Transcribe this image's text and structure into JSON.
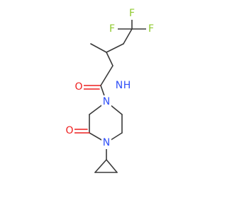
{
  "molecule": {
    "atoms": {
      "n_amide": {
        "text": "N",
        "sub": "H",
        "element": "N"
      },
      "o_carbamoyl": {
        "text": "O",
        "element": "O"
      },
      "n_ring_1": {
        "text": "N",
        "element": "N"
      },
      "n_ring_4": {
        "text": "N",
        "element": "N"
      },
      "o_lactam": {
        "text": "O",
        "element": "O"
      },
      "f_top": {
        "text": "F",
        "element": "F"
      },
      "f_left": {
        "text": "F",
        "element": "F"
      },
      "f_right": {
        "text": "F",
        "element": "F"
      }
    }
  },
  "colors": {
    "bond": "#3a3a3a",
    "nitrogen": "#3050f8",
    "oxygen": "#ee1f1f",
    "fluorine": "#8fca2e",
    "background": "#ffffff"
  }
}
